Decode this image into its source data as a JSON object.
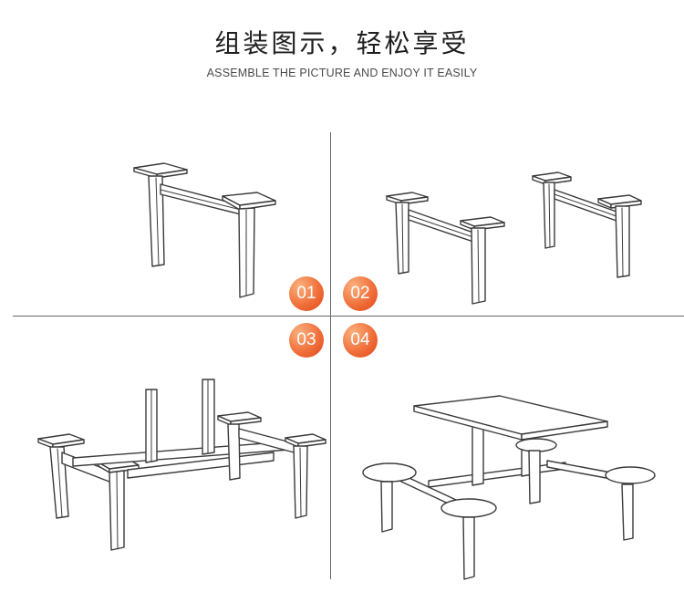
{
  "header": {
    "title": "组装图示，轻松享受",
    "subtitle": "ASSEMBLE THE PICTURE AND ENJOY IT EASILY"
  },
  "steps": [
    {
      "label": "01",
      "icon": "frame-leg-icon"
    },
    {
      "label": "02",
      "icon": "two-frame-legs-icon"
    },
    {
      "label": "03",
      "icon": "joined-base-frame-icon"
    },
    {
      "label": "04",
      "icon": "table-with-stools-icon"
    }
  ],
  "colors": {
    "badge": "#f0703b",
    "badge_light": "#fbb07e",
    "line": "#3a3a3a",
    "divider": "#666666",
    "background": "#ffffff"
  }
}
